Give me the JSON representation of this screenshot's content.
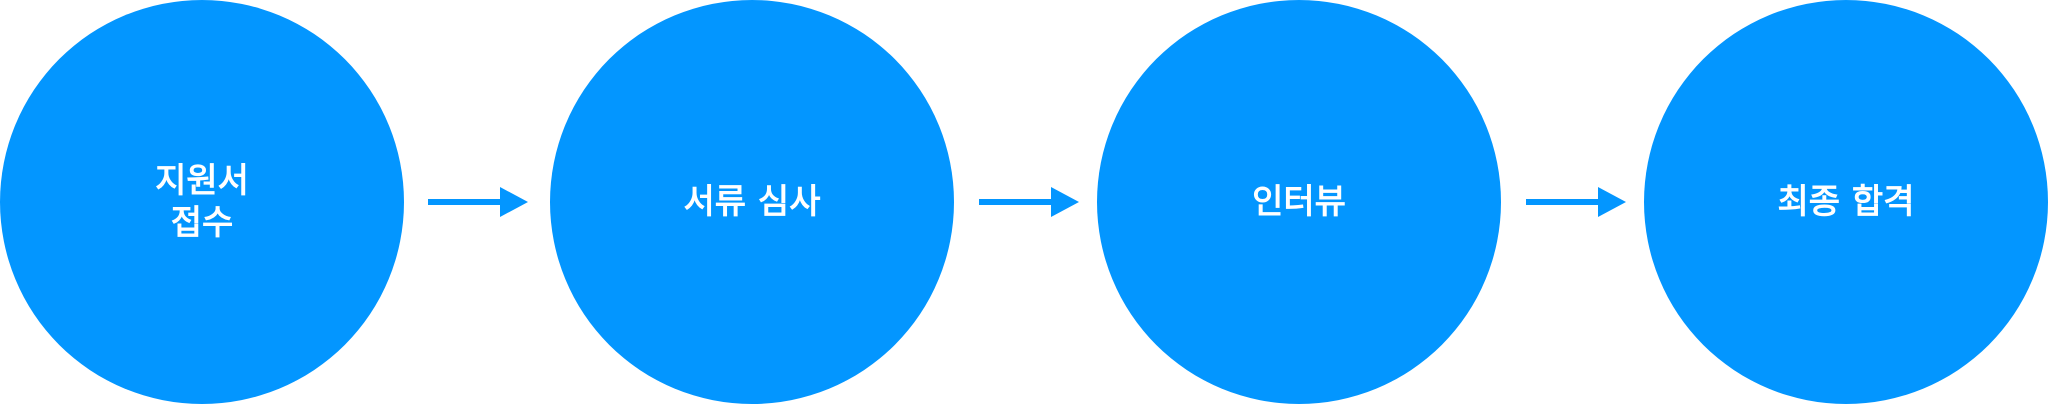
{
  "colors": {
    "circle": "#0396FF",
    "arrow": "#0396FF"
  },
  "steps": [
    {
      "label": "지원서 접수"
    },
    {
      "label": "서류 심사"
    },
    {
      "label": "인터뷰"
    },
    {
      "label": "최종 합격"
    }
  ],
  "connectors": [
    {
      "icon": "arrow-right-icon"
    },
    {
      "icon": "arrow-right-icon"
    },
    {
      "icon": "arrow-right-icon"
    }
  ]
}
